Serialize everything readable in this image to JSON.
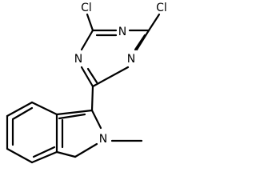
{
  "molecule": {
    "atom_labels": {
      "cl_left": "Cl",
      "cl_right": "Cl",
      "n_top": "N",
      "n_left": "N",
      "n_right": "N",
      "n_pyrrole": "N"
    },
    "colors": {
      "bond": "#000000",
      "label": "#000000",
      "background": "#ffffff"
    }
  }
}
